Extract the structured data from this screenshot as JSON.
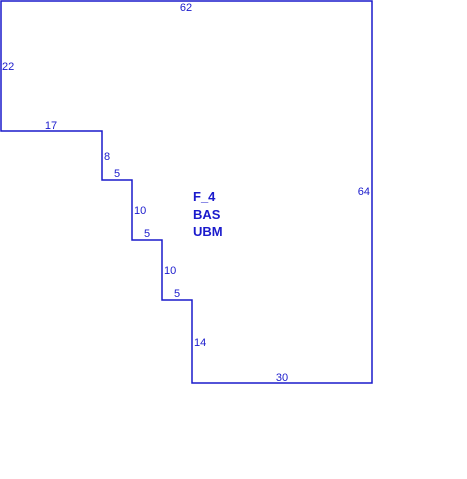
{
  "colors": {
    "outline": "#1a1acc",
    "text": "#1a1acc",
    "background": "#ffffff"
  },
  "dimensions": {
    "top": "62",
    "left": "22",
    "step_1_horizontal": "17",
    "step_1_vertical": "8",
    "step_2_horizontal": "5",
    "step_2_vertical": "10",
    "step_3_horizontal": "5",
    "step_3_vertical": "10",
    "step_4_horizontal": "5",
    "step_4_vertical": "14",
    "bottom": "30",
    "right": "64"
  },
  "area": {
    "line_1": "F_4",
    "line_2": "BAS",
    "line_3": "UBM"
  }
}
